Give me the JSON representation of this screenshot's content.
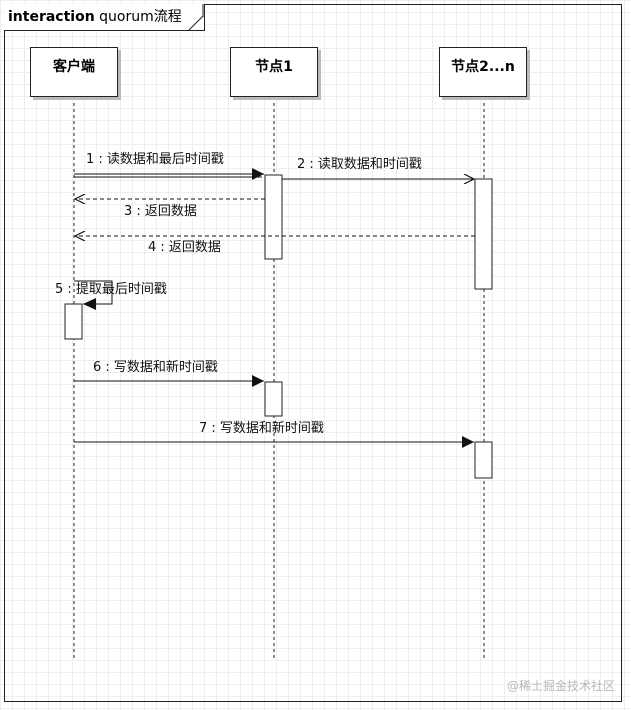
{
  "frame": {
    "keyword": "interaction",
    "name": "quorum流程"
  },
  "participants": [
    {
      "id": "client",
      "label": "客户端"
    },
    {
      "id": "node1",
      "label": "节点1"
    },
    {
      "id": "noden",
      "label": "节点2...n"
    }
  ],
  "messages": [
    {
      "seq": "1",
      "text": "1 : 读数据和最后时间戳",
      "from": "client",
      "to": "node1",
      "kind": "sync"
    },
    {
      "seq": "2",
      "text": "2 : 读取数据和时间戳",
      "from": "node1",
      "to": "noden",
      "kind": "async"
    },
    {
      "seq": "3",
      "text": "3 : 返回数据",
      "from": "node1",
      "to": "client",
      "kind": "return"
    },
    {
      "seq": "4",
      "text": "4 : 返回数据",
      "from": "noden",
      "to": "client",
      "kind": "return"
    },
    {
      "seq": "5",
      "text": "5 : 提取最后时间戳",
      "from": "client",
      "to": "client",
      "kind": "self"
    },
    {
      "seq": "6",
      "text": "6 : 写数据和新时间戳",
      "from": "client",
      "to": "node1",
      "kind": "sync"
    },
    {
      "seq": "7",
      "text": "7 : 写数据和新时间戳",
      "from": "client",
      "to": "noden",
      "kind": "sync"
    }
  ],
  "watermark": "@稀土掘金技术社区"
}
